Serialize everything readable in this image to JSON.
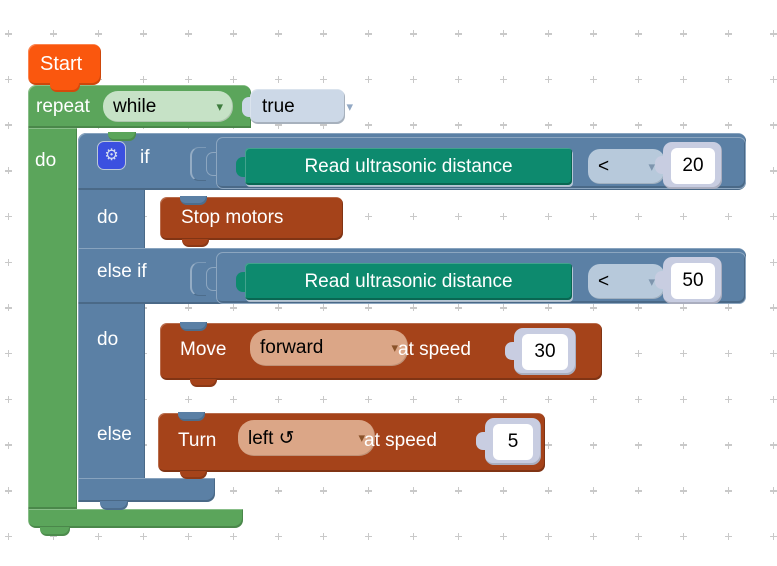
{
  "workspace": {
    "background_color": "#ffffff",
    "grid_cross_color": "#c9c9c9"
  },
  "icons": {
    "dropdown_arrow": "▾",
    "gear": "⚙"
  },
  "colors": {
    "start_block": "#fa570e",
    "loop_block": "#5ba55b",
    "loop_field": "#c6e2c6",
    "logic_block": "#5b80a5",
    "logic_field": "#b7c9db",
    "boolean_block": "#ccd8e7",
    "sensor_block": "#0d8a6e",
    "motor_block": "#a5431a",
    "motor_field": "#dba687",
    "number_shadow": "#c8cde1",
    "gear_button": "#3b50e0"
  },
  "blocks": {
    "start": {
      "label": "Start"
    },
    "repeat": {
      "label": "repeat",
      "mode": "while",
      "condition_value": "true",
      "do_label": "do"
    },
    "if_block": {
      "if_label": "if",
      "do1_label": "do",
      "elseif_label": "else if",
      "do2_label": "do",
      "else_label": "else"
    },
    "condition1": {
      "sensor_label": "Read ultrasonic distance",
      "operator": "<",
      "value": "20"
    },
    "condition2": {
      "sensor_label": "Read ultrasonic distance",
      "operator": "<",
      "value": "50"
    },
    "stop_block": {
      "label": "Stop motors"
    },
    "move_block": {
      "action_label": "Move",
      "direction": "forward",
      "speed_label": "at speed",
      "speed_value": "30"
    },
    "turn_block": {
      "action_label": "Turn",
      "direction": "left ↺",
      "speed_label": "at speed",
      "speed_value": "5"
    }
  }
}
